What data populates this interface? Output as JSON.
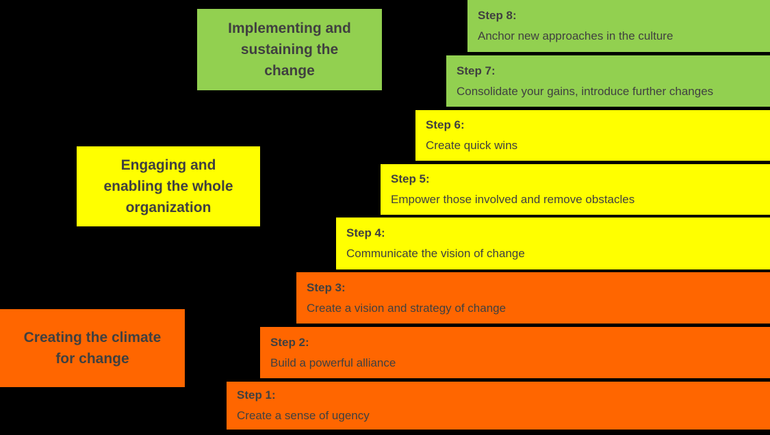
{
  "colors": {
    "background": "#000000",
    "text": "#404040",
    "green": "#92D050",
    "yellow": "#FFFF00",
    "orange": "#FF6600"
  },
  "phases": [
    {
      "label": "Creating the climate\nfor change",
      "color": "#FF6600"
    },
    {
      "label": "Engaging and\nenabling the whole\norganization",
      "color": "#FFFF00"
    },
    {
      "label": "Implementing and\nsustaining the\nchange",
      "color": "#92D050"
    }
  ],
  "steps": [
    {
      "label": "Step 1:",
      "description": "Create a sense of ugency",
      "color": "#FF6600"
    },
    {
      "label": "Step 2:",
      "description": "Build a powerful alliance",
      "color": "#FF6600"
    },
    {
      "label": "Step 3:",
      "description": "Create a vision and strategy of change",
      "color": "#FF6600"
    },
    {
      "label": "Step 4:",
      "description": "Communicate the vision of change",
      "color": "#FFFF00"
    },
    {
      "label": "Step 5:",
      "description": "Empower those involved and remove obstacles",
      "color": "#FFFF00"
    },
    {
      "label": "Step 6:",
      "description": "Create quick wins",
      "color": "#FFFF00"
    },
    {
      "label": "Step 7:",
      "description": "Consolidate your gains, introduce further changes",
      "color": "#92D050"
    },
    {
      "label": "Step 8:",
      "description": "Anchor new approaches in the culture",
      "color": "#92D050"
    }
  ]
}
